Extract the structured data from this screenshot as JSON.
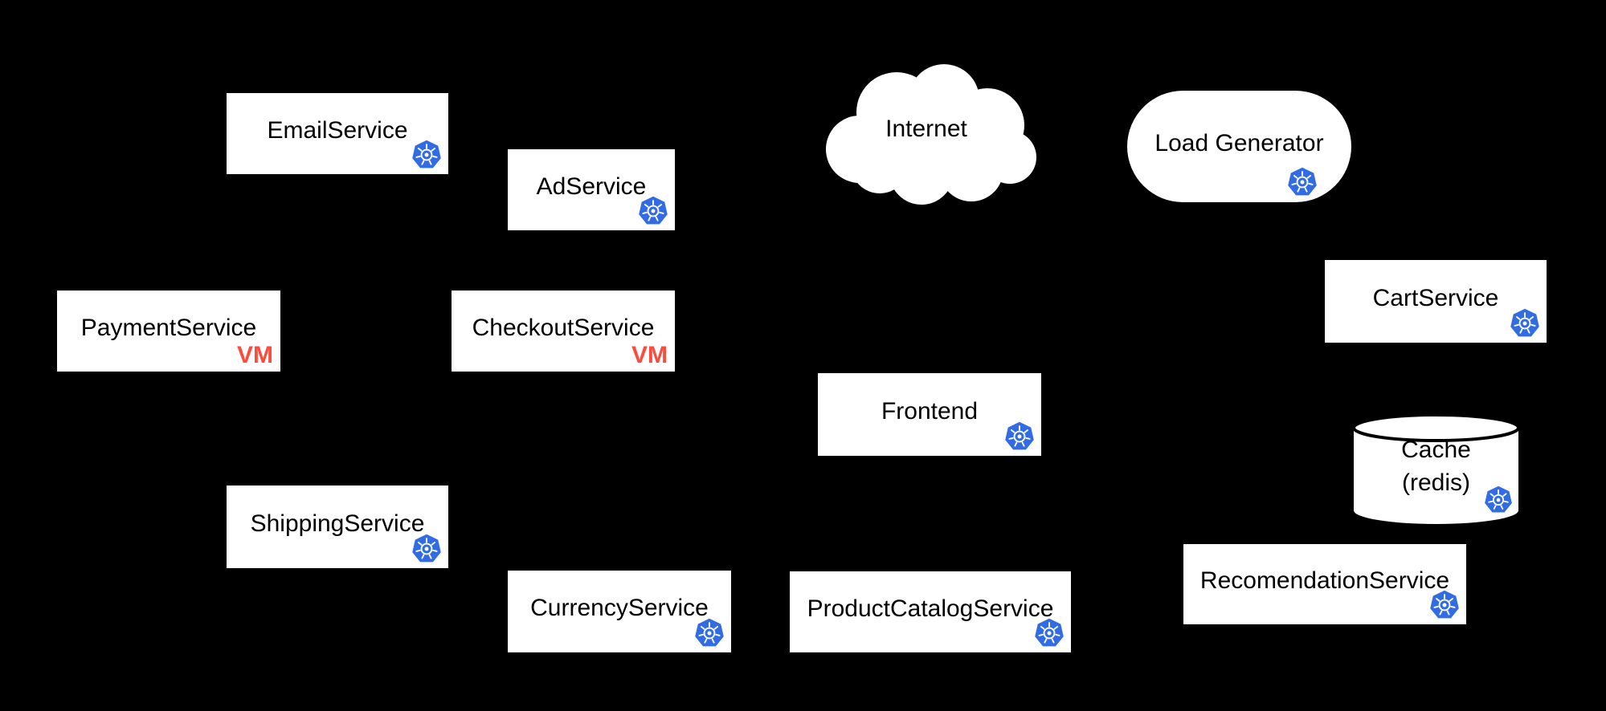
{
  "colors": {
    "background": "#000000",
    "node_fill": "#ffffff",
    "label_text": "#000000",
    "vm_badge_red": "#fd4b3c",
    "kubernetes_blue": "#326ce5"
  },
  "nodes": [
    {
      "id": "email-service",
      "label": "EmailService",
      "shape": "rectangle",
      "icon": "kubernetes-icon"
    },
    {
      "id": "ad-service",
      "label": "AdService",
      "shape": "rectangle",
      "icon": "kubernetes-icon"
    },
    {
      "id": "internet",
      "label": "Internet",
      "shape": "cloud"
    },
    {
      "id": "load-generator",
      "label": "Load Generator",
      "shape": "stadium",
      "icon": "kubernetes-icon"
    },
    {
      "id": "cart-service",
      "label": "CartService",
      "shape": "rectangle",
      "icon": "kubernetes-icon"
    },
    {
      "id": "payment-service",
      "label": "PaymentService",
      "shape": "rectangle",
      "badge": "VM"
    },
    {
      "id": "checkout-service",
      "label": "CheckoutService",
      "shape": "rectangle",
      "badge": "VM"
    },
    {
      "id": "frontend",
      "label": "Frontend",
      "shape": "rectangle",
      "icon": "kubernetes-icon"
    },
    {
      "id": "cache-redis",
      "label": "Cache",
      "label2": "(redis)",
      "shape": "cylinder",
      "icon": "kubernetes-icon"
    },
    {
      "id": "shipping-service",
      "label": "ShippingService",
      "shape": "rectangle",
      "icon": "kubernetes-icon"
    },
    {
      "id": "currency-service",
      "label": "CurrencyService",
      "shape": "rectangle",
      "icon": "kubernetes-icon"
    },
    {
      "id": "product-catalog-service",
      "label": "ProductCatalogService",
      "shape": "rectangle",
      "icon": "kubernetes-icon"
    },
    {
      "id": "recomendation-service",
      "label": "RecomendationService",
      "shape": "rectangle",
      "icon": "kubernetes-icon"
    }
  ]
}
